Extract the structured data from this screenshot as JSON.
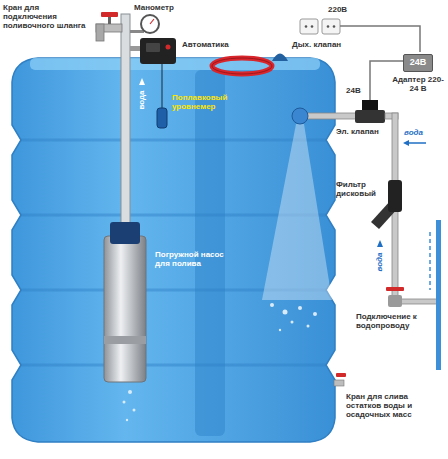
{
  "diagram": {
    "nodes": [
      {
        "text": [
          "24В",
          "Адаптер 220-24 В"
        ]
      }
    ],
    "labels": [
      "Кран для подключения поливочного шланга",
      "Манометр",
      "Автоматика",
      "220В",
      "Дых. клапан",
      "24В",
      "Эл. клапан",
      "вода",
      "Поплавковый уровнемер",
      "вода",
      "Фильтр дисковый",
      "вода",
      "Подключение к водопроводу",
      "Погружной насос для полива",
      "Кран для слива остатков воды и осадочных масс"
    ]
  }
}
